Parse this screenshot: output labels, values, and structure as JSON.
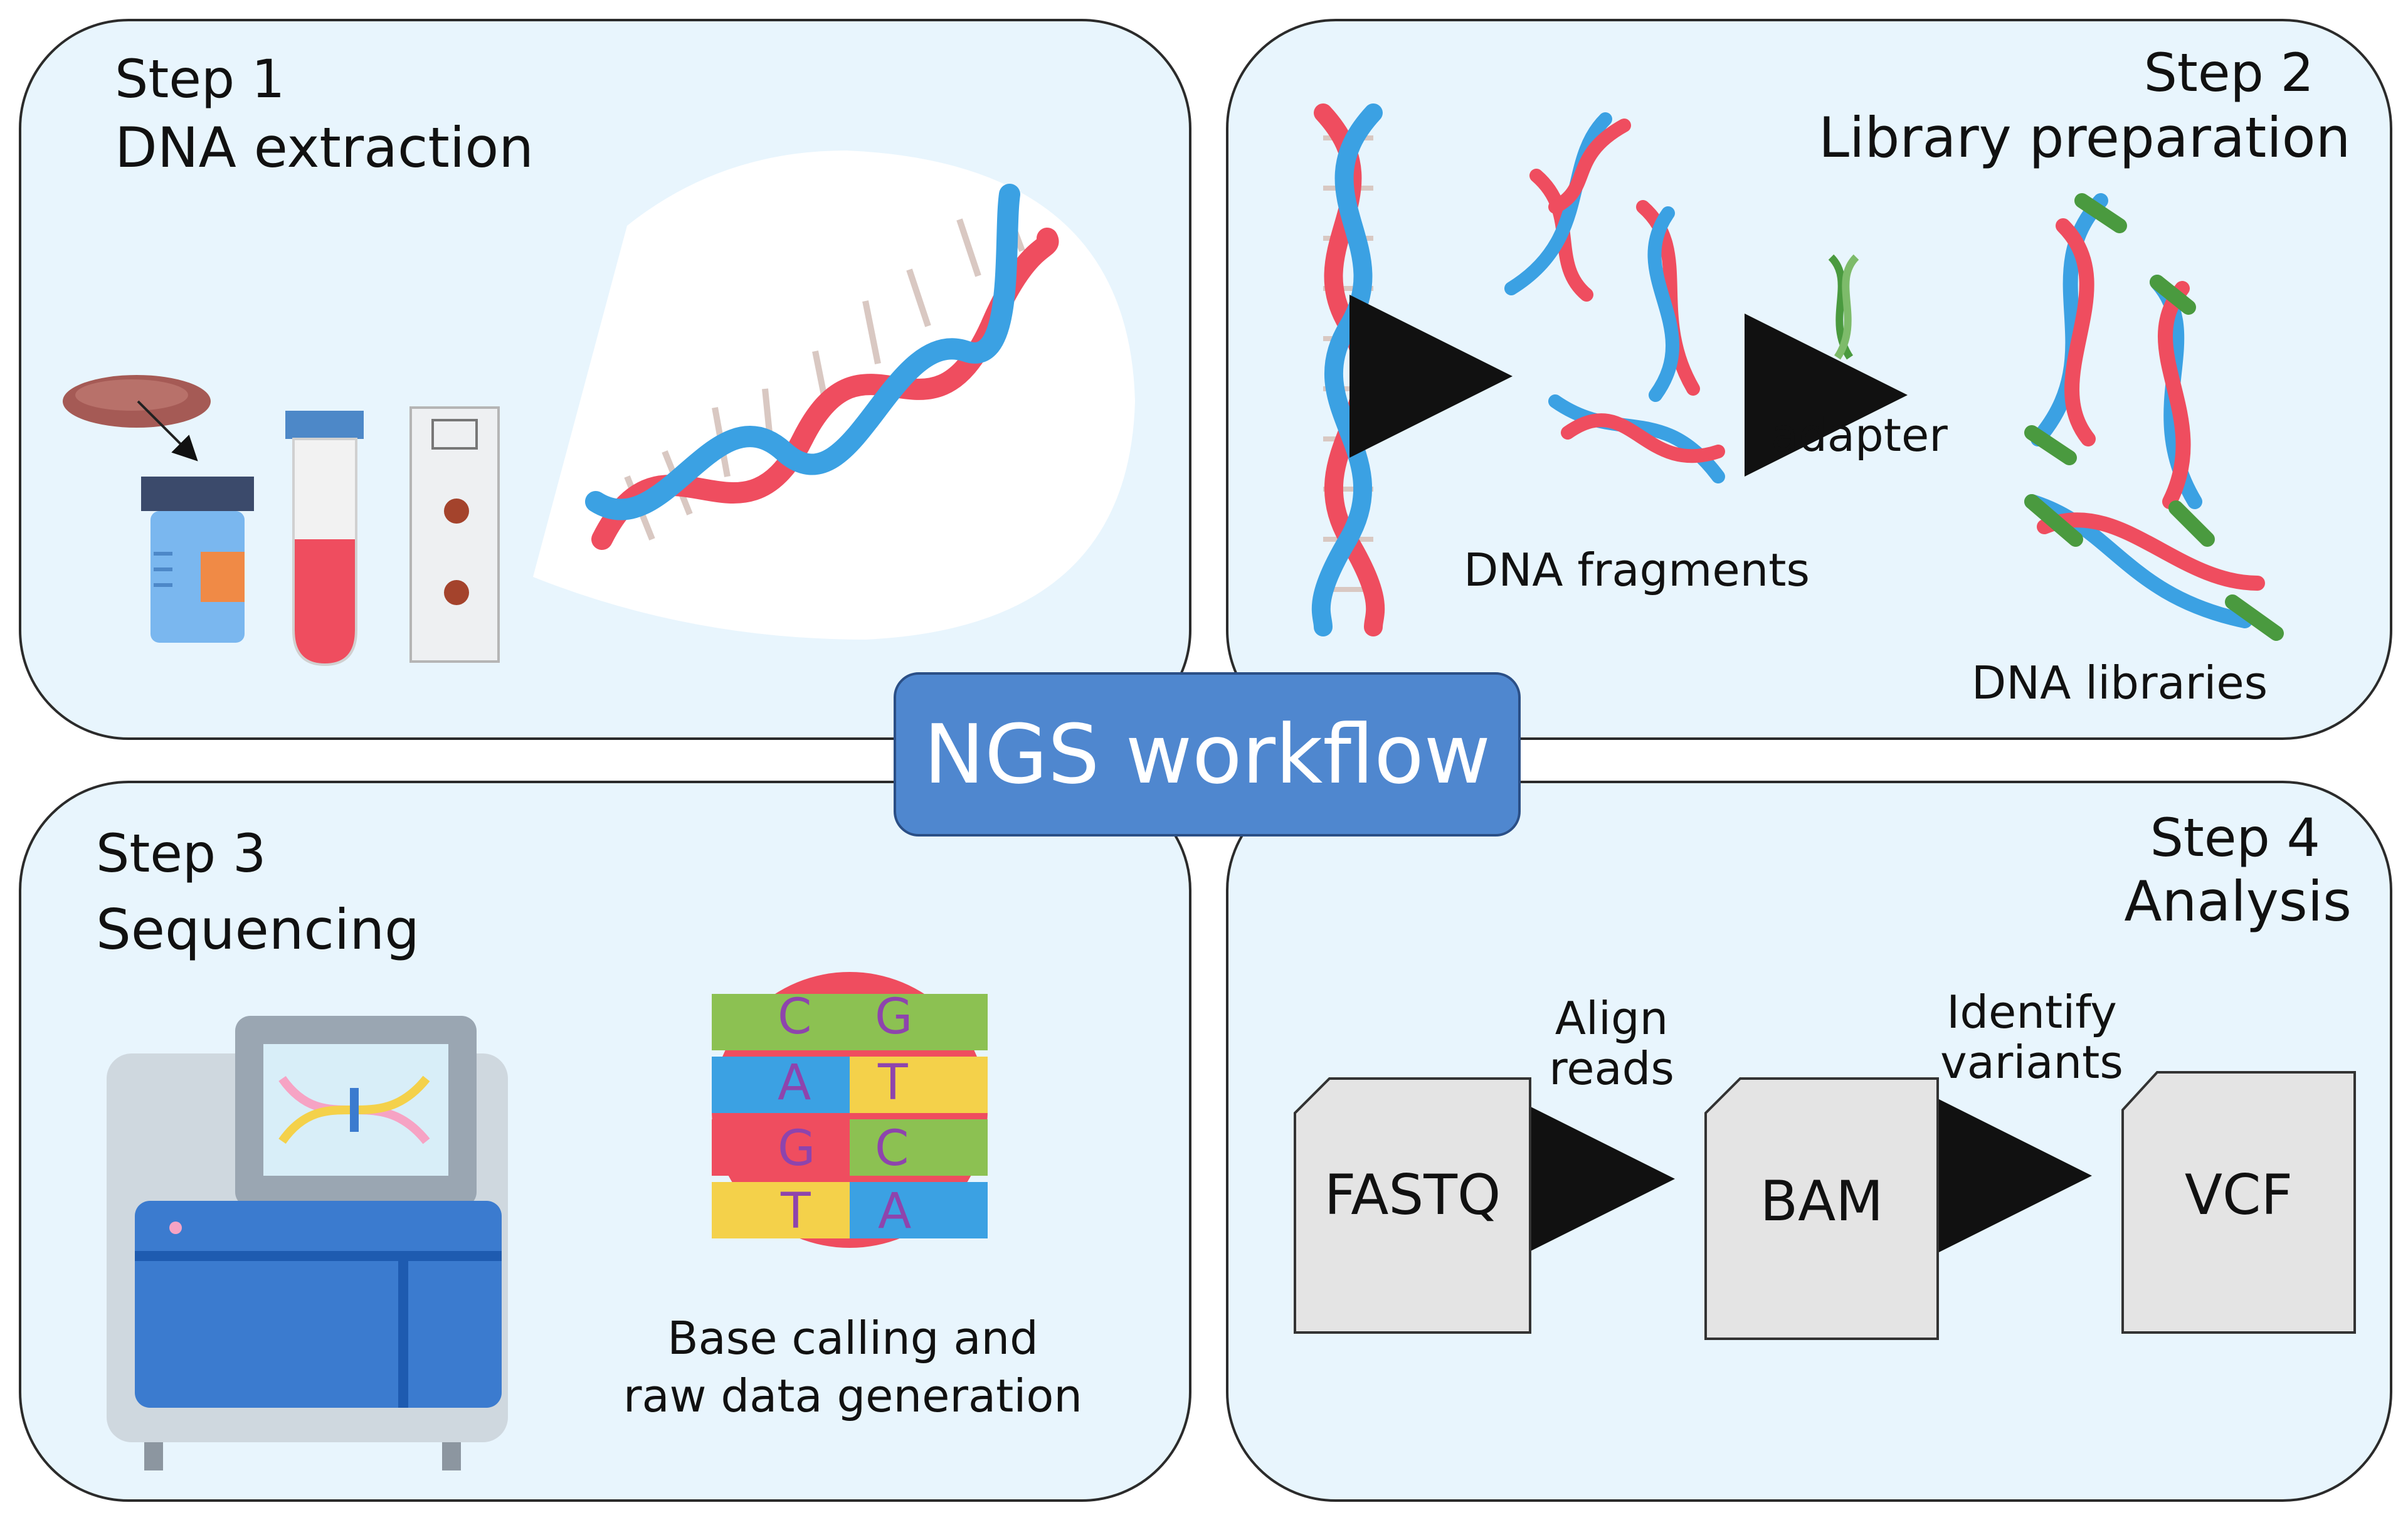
{
  "title": "NGS workflow",
  "steps": [
    {
      "step": "Step 1",
      "name": "DNA extraction"
    },
    {
      "step": "Step 2",
      "name": "Library preparation",
      "labels": {
        "fragments": "DNA fragments",
        "adapter": "adapter",
        "libraries": "DNA libraries"
      }
    },
    {
      "step": "Step 3",
      "name": "Sequencing",
      "labels": {
        "base_calling_line1": "Base calling and",
        "base_calling_line2": "raw data generation"
      }
    },
    {
      "step": "Step 4",
      "name": "Analysis",
      "labels": {
        "align_line1": "Align",
        "align_line2": "reads",
        "identify_line1": "Identify",
        "identify_line2": "variants"
      }
    }
  ],
  "files": [
    "FASTQ",
    "BAM",
    "VCF"
  ],
  "bases": [
    "C",
    "G",
    "A",
    "T",
    "G",
    "C",
    "T",
    "A"
  ],
  "icons": [
    "tissue-sample-icon",
    "specimen-jar-icon",
    "blood-tube-icon",
    "test-cassette-icon",
    "dna-helix-icon",
    "sequencer-machine-icon",
    "base-calling-icon",
    "arrow-icon",
    "file-icon"
  ],
  "colors": {
    "panel": "#e8f5fd",
    "center_box": "#4f87cf",
    "strand_red": "#ef4d5f",
    "strand_blue": "#3ba1e3",
    "adapter_green": "#4a9a3f",
    "file_fill": "#e4e4e4"
  }
}
